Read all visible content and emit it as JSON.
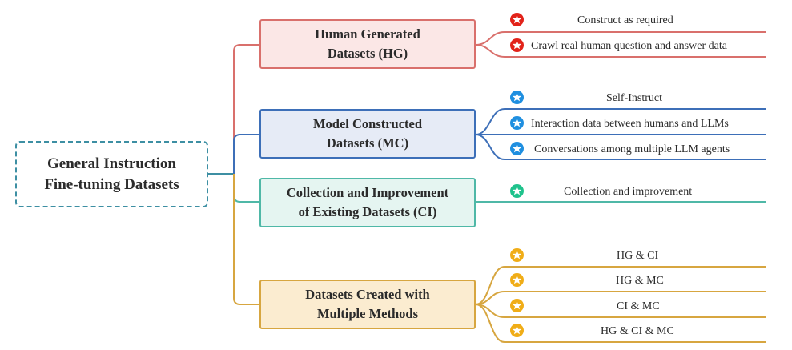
{
  "root": {
    "line1": "General Instruction",
    "line2": "Fine-tuning Datasets"
  },
  "categories": {
    "hg": {
      "line1": "Human Generated",
      "line2": "Datasets (HG)",
      "color": "#d9706c",
      "icon_color": "#e2231a",
      "items": [
        "Construct as required",
        "Crawl real human question and answer data"
      ]
    },
    "mc": {
      "line1": "Model Constructed",
      "line2": "Datasets (MC)",
      "color": "#3d6fb8",
      "icon_color": "#1f8fe0",
      "items": [
        "Self-Instruct",
        "Interaction data between humans and LLMs",
        "Conversations among multiple LLM agents"
      ]
    },
    "ci": {
      "line1": "Collection and Improvement",
      "line2": "of Existing Datasets (CI)",
      "color": "#4fb8a7",
      "icon_color": "#1fc28c",
      "items": [
        "Collection and improvement"
      ]
    },
    "mm": {
      "line1": "Datasets Created with",
      "line2": "Multiple Methods",
      "color": "#d7a640",
      "icon_color": "#f0ad17",
      "items": [
        "HG & CI",
        "HG & MC",
        "CI & MC",
        "HG & CI & MC"
      ]
    }
  },
  "icons": {
    "leaf_icon": "star-badge-icon"
  }
}
